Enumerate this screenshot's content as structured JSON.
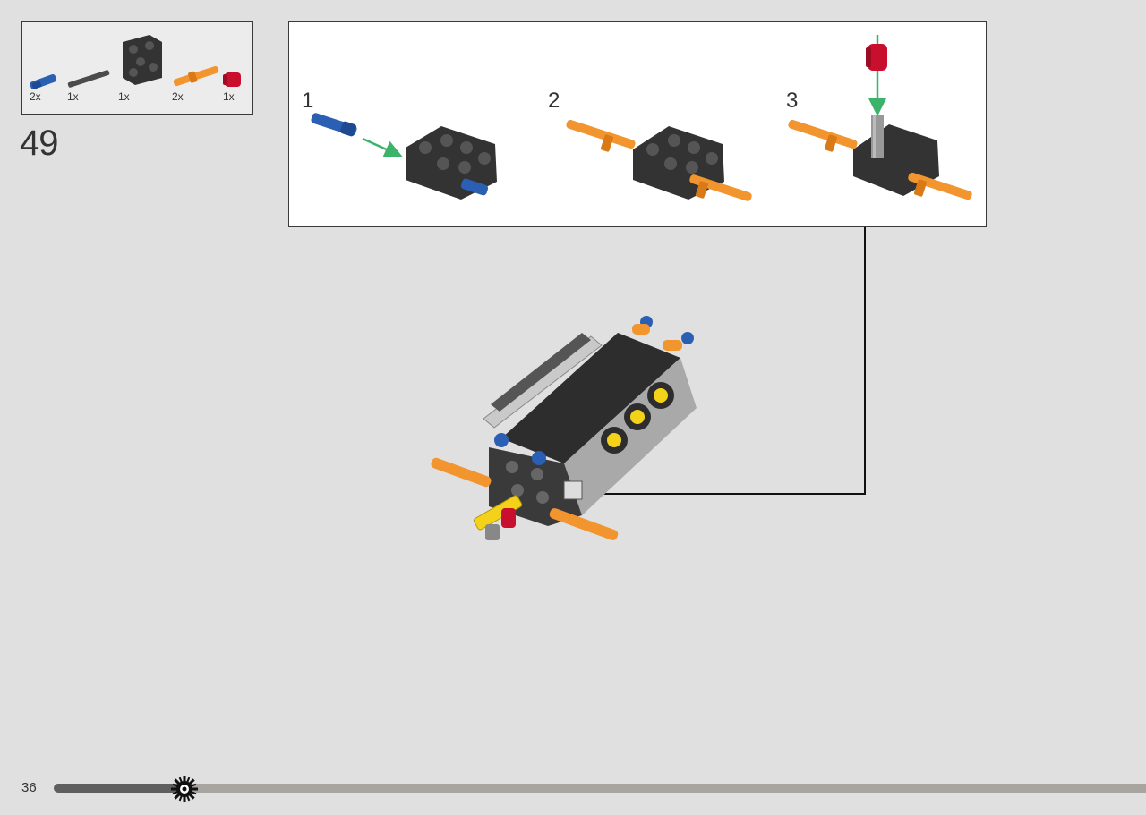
{
  "parts_list": {
    "items": [
      {
        "part": "blue axle pin",
        "qty": "2x"
      },
      {
        "part": "dark grey axle",
        "qty": "1x"
      },
      {
        "part": "black connector block",
        "qty": "1x"
      },
      {
        "part": "orange axle pin",
        "qty": "2x"
      },
      {
        "part": "red bush",
        "qty": "1x"
      }
    ]
  },
  "step": {
    "number": "49",
    "substeps": [
      "1",
      "2",
      "3"
    ]
  },
  "footer": {
    "page_number": "36",
    "progress_fraction": 0.12,
    "marker_icon": "gear-icon"
  },
  "colors": {
    "background": "#e0e0e0",
    "brick_black": "#333333",
    "pin_blue": "#2b5fb4",
    "pin_orange": "#f2952f",
    "bush_red": "#c8102e",
    "arrow_green": "#3bb36a",
    "progress_fill": "#5f5f5f",
    "progress_track": "#a8a5a1"
  }
}
